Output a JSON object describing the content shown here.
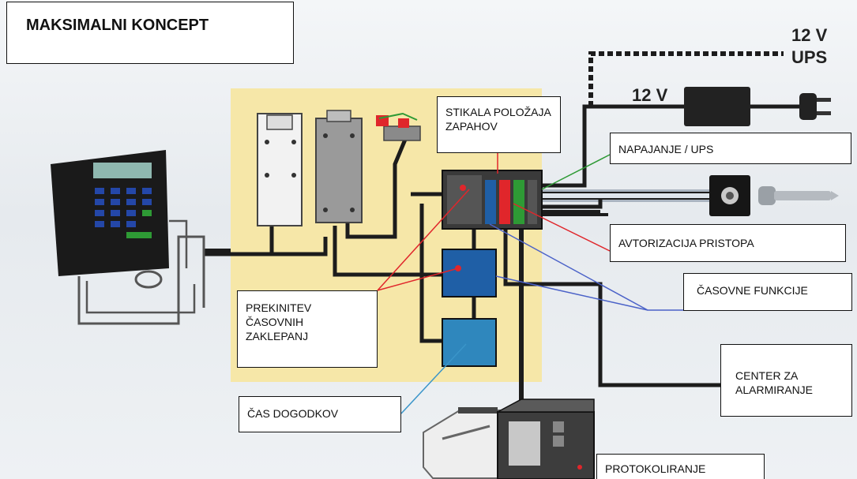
{
  "title": "MAKSIMALNI KONCEPT",
  "power": {
    "ups_voltage": "12 V",
    "ups_label": "UPS",
    "supply_voltage": "12 V"
  },
  "labels": {
    "stikala": "STIKALA POLOŽAJA ZAPAHOV",
    "napajanje": "NAPAJANJE / UPS",
    "avtorizacija": "AVTORIZACIJA PRISTOPA",
    "casovne": "ČASOVNE FUNKCIJE",
    "prekinitev": "PREKINITEV ČASOVNIH ZAKLEPANJ",
    "center": "CENTER ZA ALARMIRANJE",
    "cas_dogodkov": "ČAS DOGODKOV",
    "protokoliranje": "PROTOKOLIRANJE"
  },
  "colors": {
    "panel": "#f6e7a8",
    "cable": "#1c1c1c",
    "keypad": "#1a1a1a",
    "module_blue": "#1f5fa6",
    "module_cyan": "#2f87bd",
    "green_line": "#2e9a35",
    "red_line": "#e0262b",
    "blue_line": "#4b62c8",
    "cyan_line": "#3a95c9"
  }
}
